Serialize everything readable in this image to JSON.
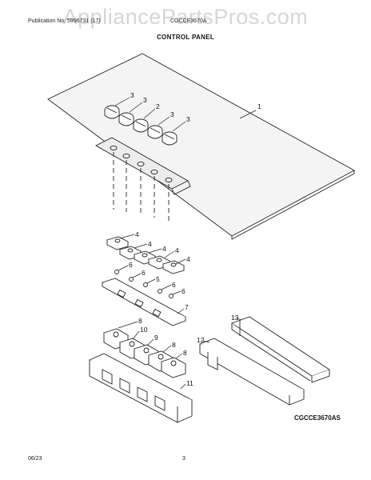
{
  "watermark": "AppliancePartsPros.com",
  "header": {
    "publication": "Publication No: 5996731 (17)",
    "model": "CGCCE3670A"
  },
  "title": "CONTROL PANEL",
  "callouts": {
    "panel": "1",
    "knob_center": "2",
    "knob": "3",
    "switch": "4",
    "screw_center": "5",
    "screw": "6",
    "bracket": "7",
    "switch_lower": "8",
    "lower_9": "9",
    "lower_10": "10",
    "housing": "11",
    "cover_front": "12",
    "cover_back": "13"
  },
  "diagram_code": "CGCCE3670AS",
  "footer": {
    "date": "06/23",
    "page": "3"
  }
}
